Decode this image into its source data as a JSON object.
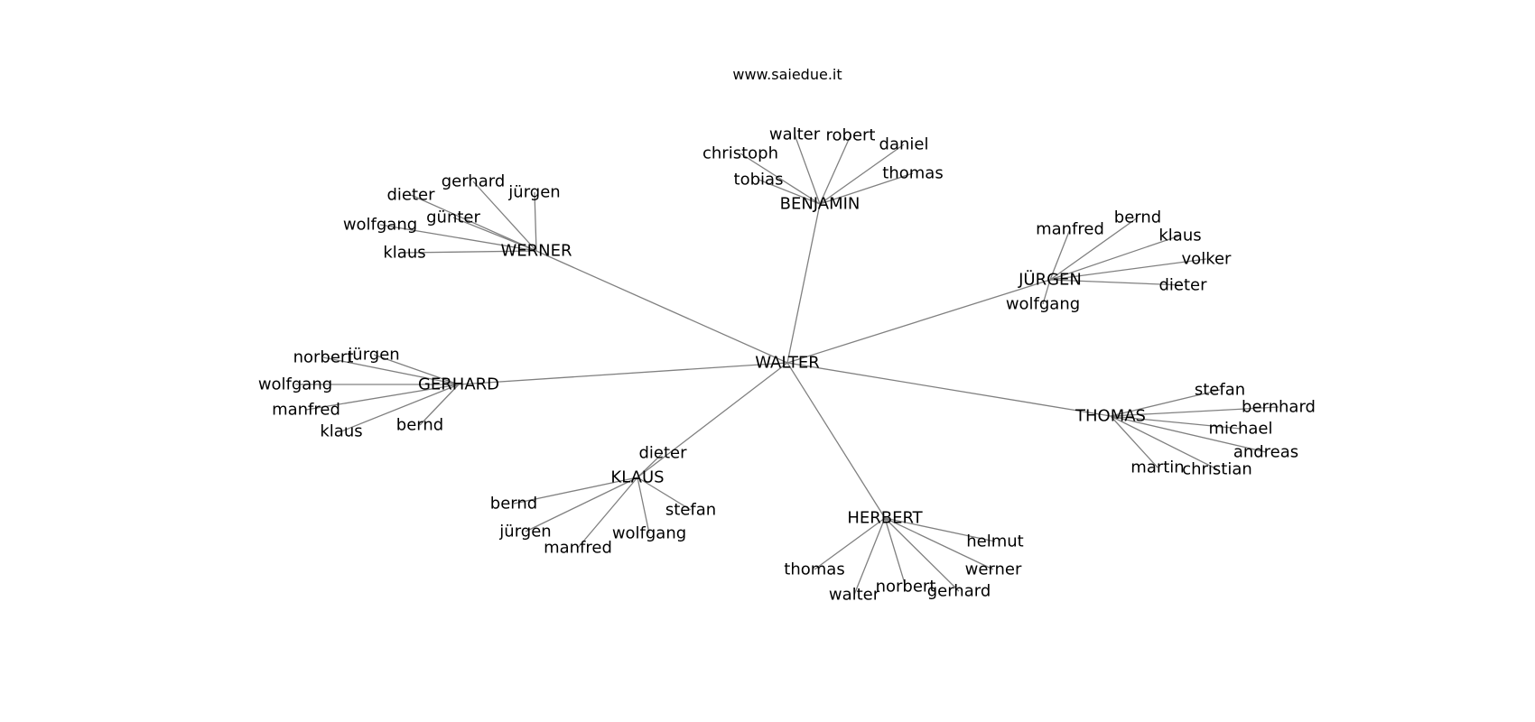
{
  "title": "www.saiedue.it",
  "colors": {
    "edge": "#808080",
    "text": "#000000",
    "background": "#ffffff"
  },
  "root": "WALTER",
  "groups": [
    {
      "hub": "BENJAMIN",
      "leaves": [
        "walter",
        "robert",
        "daniel",
        "christoph",
        "thomas",
        "tobias"
      ]
    },
    {
      "hub": "WERNER",
      "leaves": [
        "gerhard",
        "jürgen",
        "dieter",
        "günter",
        "wolfgang",
        "klaus"
      ]
    },
    {
      "hub": "JÜRGEN",
      "leaves": [
        "bernd",
        "manfred",
        "klaus",
        "volker",
        "dieter",
        "wolfgang"
      ]
    },
    {
      "hub": "GERHARD",
      "leaves": [
        "norbert",
        "jürgen",
        "wolfgang",
        "manfred",
        "klaus",
        "bernd"
      ]
    },
    {
      "hub": "THOMAS",
      "leaves": [
        "stefan",
        "bernhard",
        "michael",
        "andreas",
        "martin",
        "christian"
      ]
    },
    {
      "hub": "KLAUS",
      "leaves": [
        "dieter",
        "bernd",
        "stefan",
        "jürgen",
        "wolfgang",
        "manfred"
      ]
    },
    {
      "hub": "HERBERT",
      "leaves": [
        "helmut",
        "werner",
        "thomas",
        "norbert",
        "gerhard",
        "walter"
      ]
    }
  ]
}
